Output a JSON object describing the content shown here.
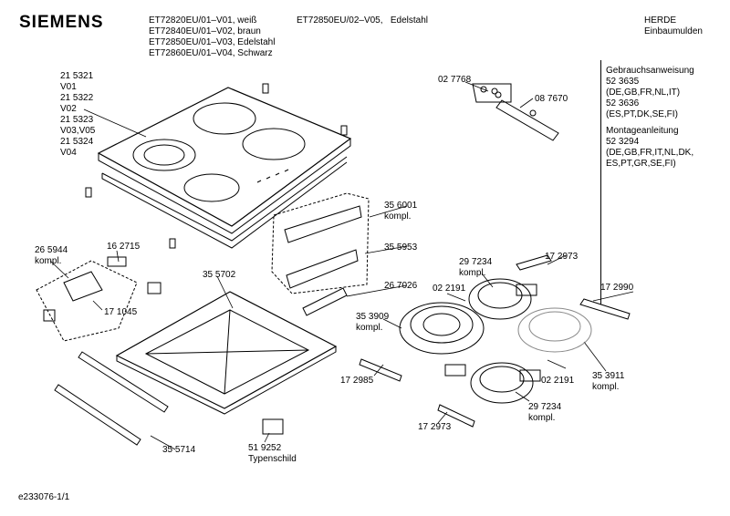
{
  "header": {
    "brand": "SIEMENS",
    "models_col1": [
      "ET72820EU/01–V01, weiß",
      "ET72840EU/01–V02, braun",
      "ET72850EU/01–V03, Edelstahl",
      "ET72860EU/01–V04, Schwarz"
    ],
    "model_col2": "ET72850EU/02–V05,   Edelstahl",
    "category": [
      "HERDE",
      "Einbaumulden"
    ]
  },
  "docs": {
    "lines": [
      "Gebrauchsanweisung",
      "52 3635",
      "(DE,GB,FR,NL,IT)",
      "52 3636",
      "(ES,PT,DK,SE,FI)",
      "Montageanleitung",
      "52 3294",
      "(DE,GB,FR,IT,NL,DK,",
      "ES,PT,GR,SE,FI)"
    ]
  },
  "part_labels": {
    "glass_top": [
      "21 5321",
      "V01",
      "21 5322",
      "V02",
      "21 5323",
      "V03,V05",
      "21 5324",
      "V04"
    ],
    "p027768": "02 7768",
    "p087670": "08 7670",
    "p356001": [
      "35 6001",
      "kompl."
    ],
    "p355953": "35 5953",
    "p265944": [
      "26 5944",
      "kompl."
    ],
    "p162715": "16 2715",
    "p171045": "17 1045",
    "p355702": "35 5702",
    "p267026": "26 7026",
    "p297234a": [
      "29 7234",
      "kompl."
    ],
    "p172973a": "17 2973",
    "p172990": "17 2990",
    "p022191a": "02 2191",
    "p353909": [
      "35 3909",
      "kompl."
    ],
    "p172985": "17 2985",
    "p022191b": "02 2191",
    "p353911": [
      "35 3911",
      "kompl."
    ],
    "p297234b": [
      "29 7234",
      "kompl."
    ],
    "p172973b": "17 2973",
    "p355714": "35 5714",
    "p519252": [
      "51 9252",
      "Typenschild"
    ]
  },
  "footer": {
    "code": "e233076-1/1"
  }
}
